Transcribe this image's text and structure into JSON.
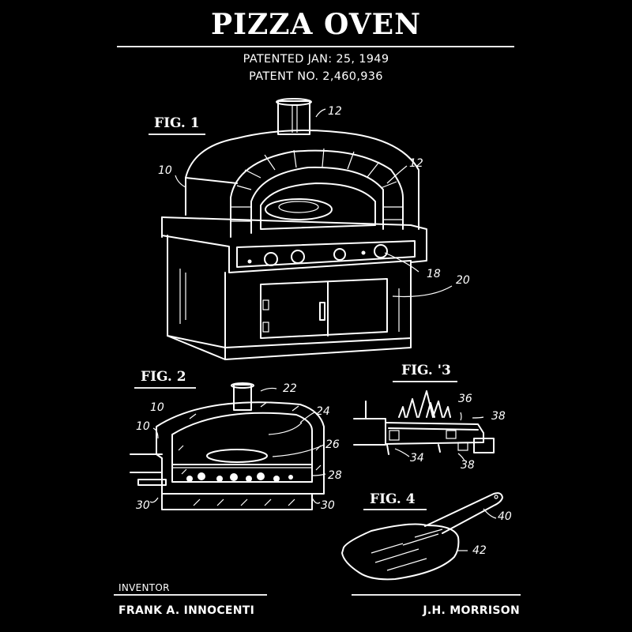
{
  "header": {
    "title": "PIZZA OVEN",
    "patented": "PATENTED JAN: 25, 1949",
    "patent_no": "PATENT NO. 2,460,936"
  },
  "figures": [
    {
      "label": "FIG. 1",
      "refs": [
        "12",
        "12",
        "10",
        "18",
        "20"
      ]
    },
    {
      "label": "FIG. 2",
      "refs": [
        "22",
        "24",
        "10",
        "10",
        "26",
        "28",
        "30",
        "30"
      ]
    },
    {
      "label": "FIG. '3",
      "refs": [
        "36",
        "38",
        "34",
        "38"
      ]
    },
    {
      "label": "FIG. 4",
      "refs": [
        "40",
        "42"
      ]
    }
  ],
  "footer": {
    "inventor_label": "INVENTOR",
    "inventor_name": "FRANK A. INNOCENTI",
    "attorney_name": "J.H. MORRISON"
  },
  "colors": {
    "background": "#000000",
    "ink": "#ffffff"
  }
}
